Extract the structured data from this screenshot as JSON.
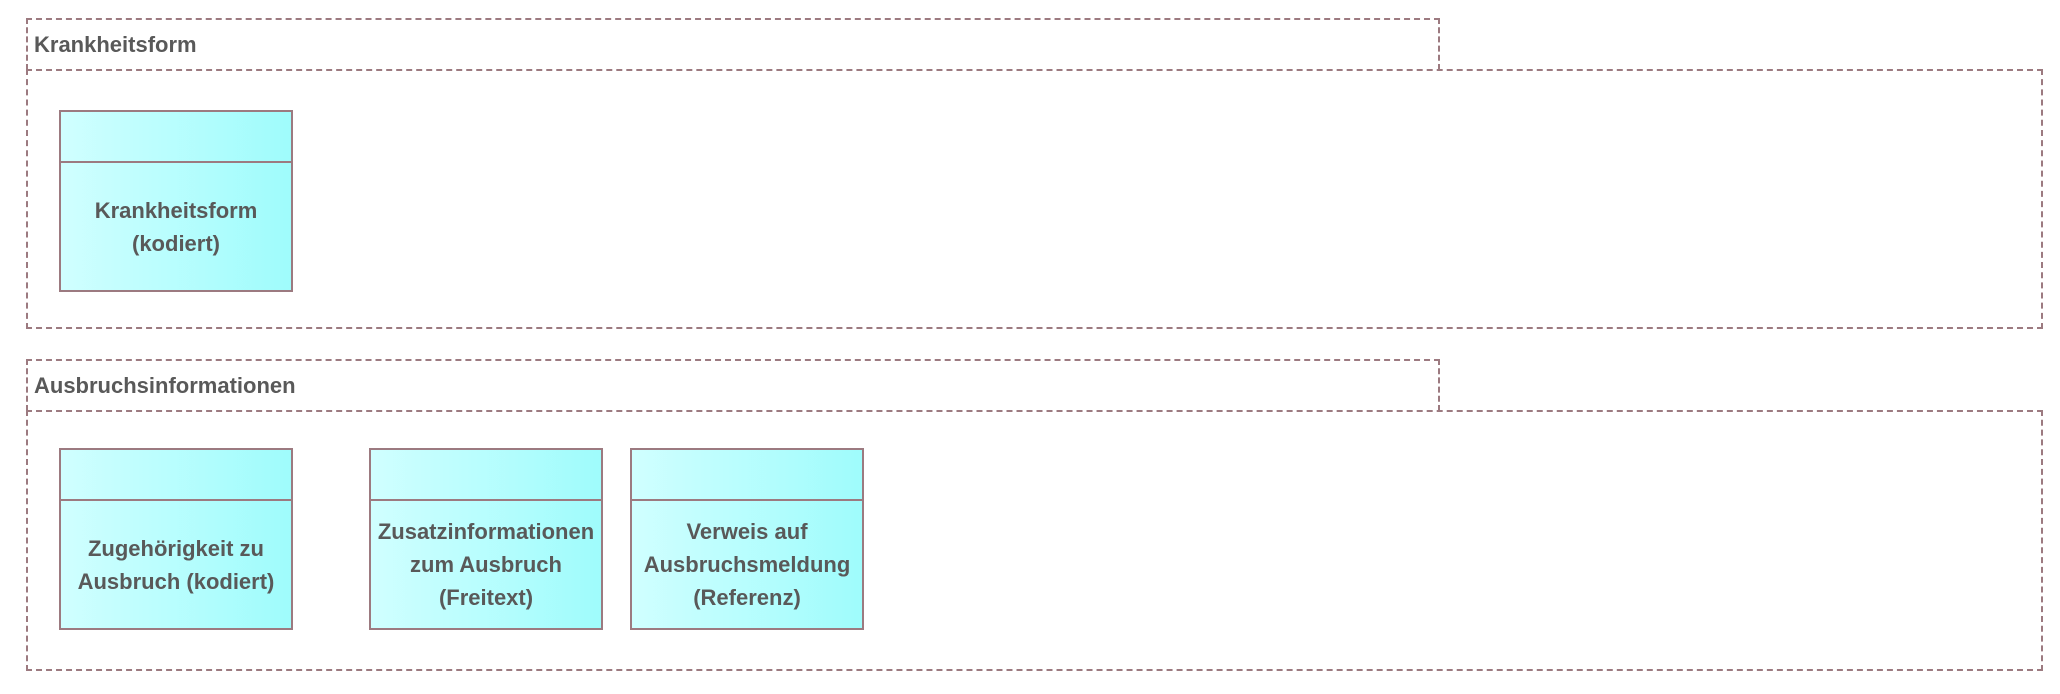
{
  "colors": {
    "border": "#9c7a80",
    "element_fill_light": "#d0ffff",
    "element_fill_dark": "#9ffcfc",
    "text": "#595959"
  },
  "groups": [
    {
      "title": "Krankheitsform",
      "elements": [
        {
          "label": "Krankheitsform\n(kodiert)"
        }
      ]
    },
    {
      "title": "Ausbruchsinformationen",
      "elements": [
        {
          "label": "Zugehörigkeit zu\nAusbruch (kodiert)"
        },
        {
          "label": "Zusatzinformationen\nzum Ausbruch\n(Freitext)"
        },
        {
          "label": "Verweis auf\nAusbruchsmeldung\n(Referenz)"
        }
      ]
    }
  ]
}
